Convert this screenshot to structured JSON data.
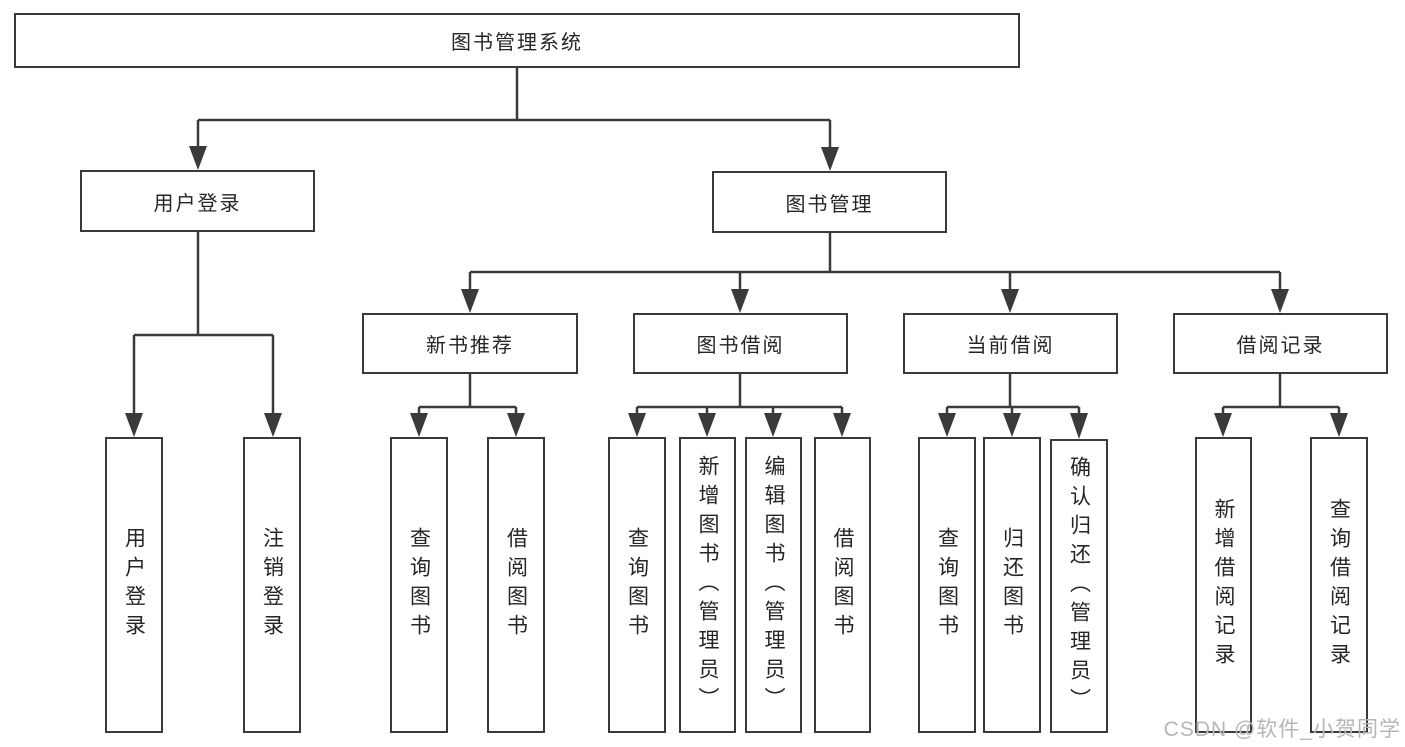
{
  "watermark": "CSDN @软件_小贺同学",
  "colors": {
    "line": "#3a3a3a",
    "box_border": "#3a3a3a",
    "text": "#262626",
    "watermark_text": "#b3b6ba",
    "background": "#ffffff"
  },
  "tree": {
    "label": "图书管理系统",
    "children": [
      {
        "label": "用户登录",
        "children": [
          {
            "label": "用户登录"
          },
          {
            "label": "注销登录"
          }
        ]
      },
      {
        "label": "图书管理",
        "children": [
          {
            "label": "新书推荐",
            "children": [
              {
                "label": "查询图书"
              },
              {
                "label": "借阅图书"
              }
            ]
          },
          {
            "label": "图书借阅",
            "children": [
              {
                "label": "查询图书"
              },
              {
                "label": "新增图书（管理员）"
              },
              {
                "label": "编辑图书（管理员）"
              },
              {
                "label": "借阅图书"
              }
            ]
          },
          {
            "label": "当前借阅",
            "children": [
              {
                "label": "查询图书"
              },
              {
                "label": "归还图书"
              },
              {
                "label": "确认归还（管理员）"
              }
            ]
          },
          {
            "label": "借阅记录",
            "children": [
              {
                "label": "新增借阅记录"
              },
              {
                "label": "查询借阅记录"
              }
            ]
          }
        ]
      }
    ]
  }
}
